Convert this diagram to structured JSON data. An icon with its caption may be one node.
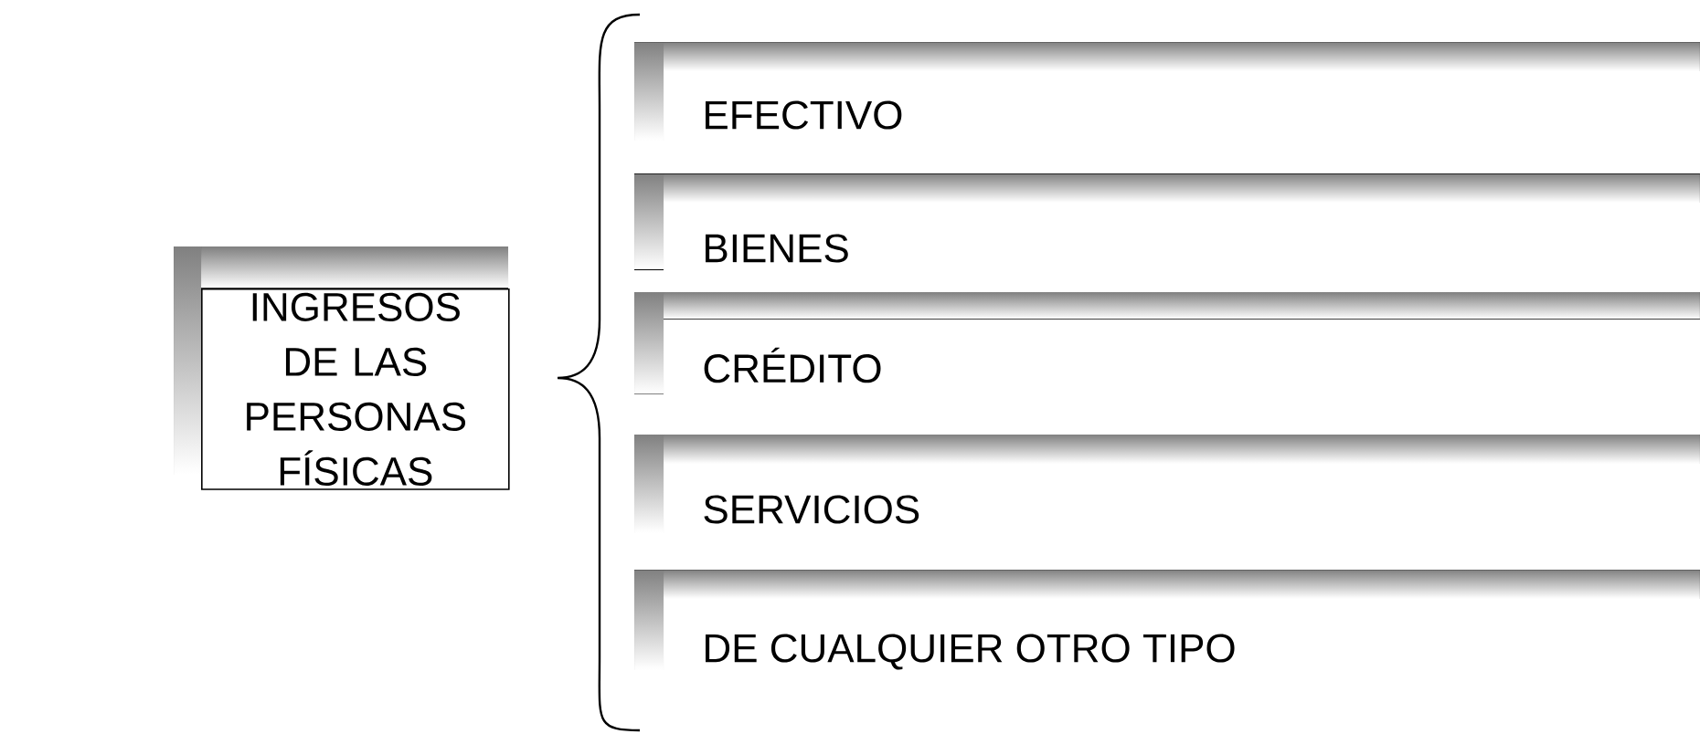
{
  "diagram": {
    "nodes": [
      {
        "text": [
          "INGRESOS DE LAS PERSONAS FÍSICAS"
        ]
      },
      {
        "text": [
          "EFECTIVO"
        ]
      },
      {
        "text": [
          "BIENES"
        ]
      },
      {
        "text": [
          "CRÉDITO"
        ]
      },
      {
        "text": [
          "SERVICIOS"
        ]
      },
      {
        "text": [
          "DE CUALQUIER OTRO TIPO"
        ]
      }
    ]
  }
}
